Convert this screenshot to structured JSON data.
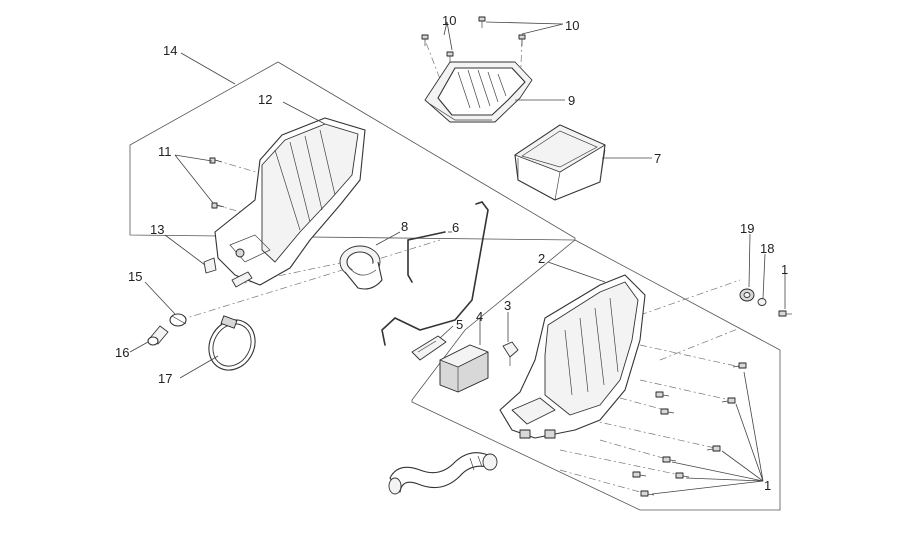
{
  "callouts": {
    "c1_top": "1",
    "c1_bottom": "1",
    "c2": "2",
    "c3": "3",
    "c4": "4",
    "c5": "5",
    "c6": "6",
    "c7": "7",
    "c8": "8",
    "c9": "9",
    "c10_left": "10",
    "c10_right": "10",
    "c11": "11",
    "c12": "12",
    "c13": "13",
    "c14": "14",
    "c15": "15",
    "c16": "16",
    "c17": "17",
    "c18": "18",
    "c19": "19"
  }
}
